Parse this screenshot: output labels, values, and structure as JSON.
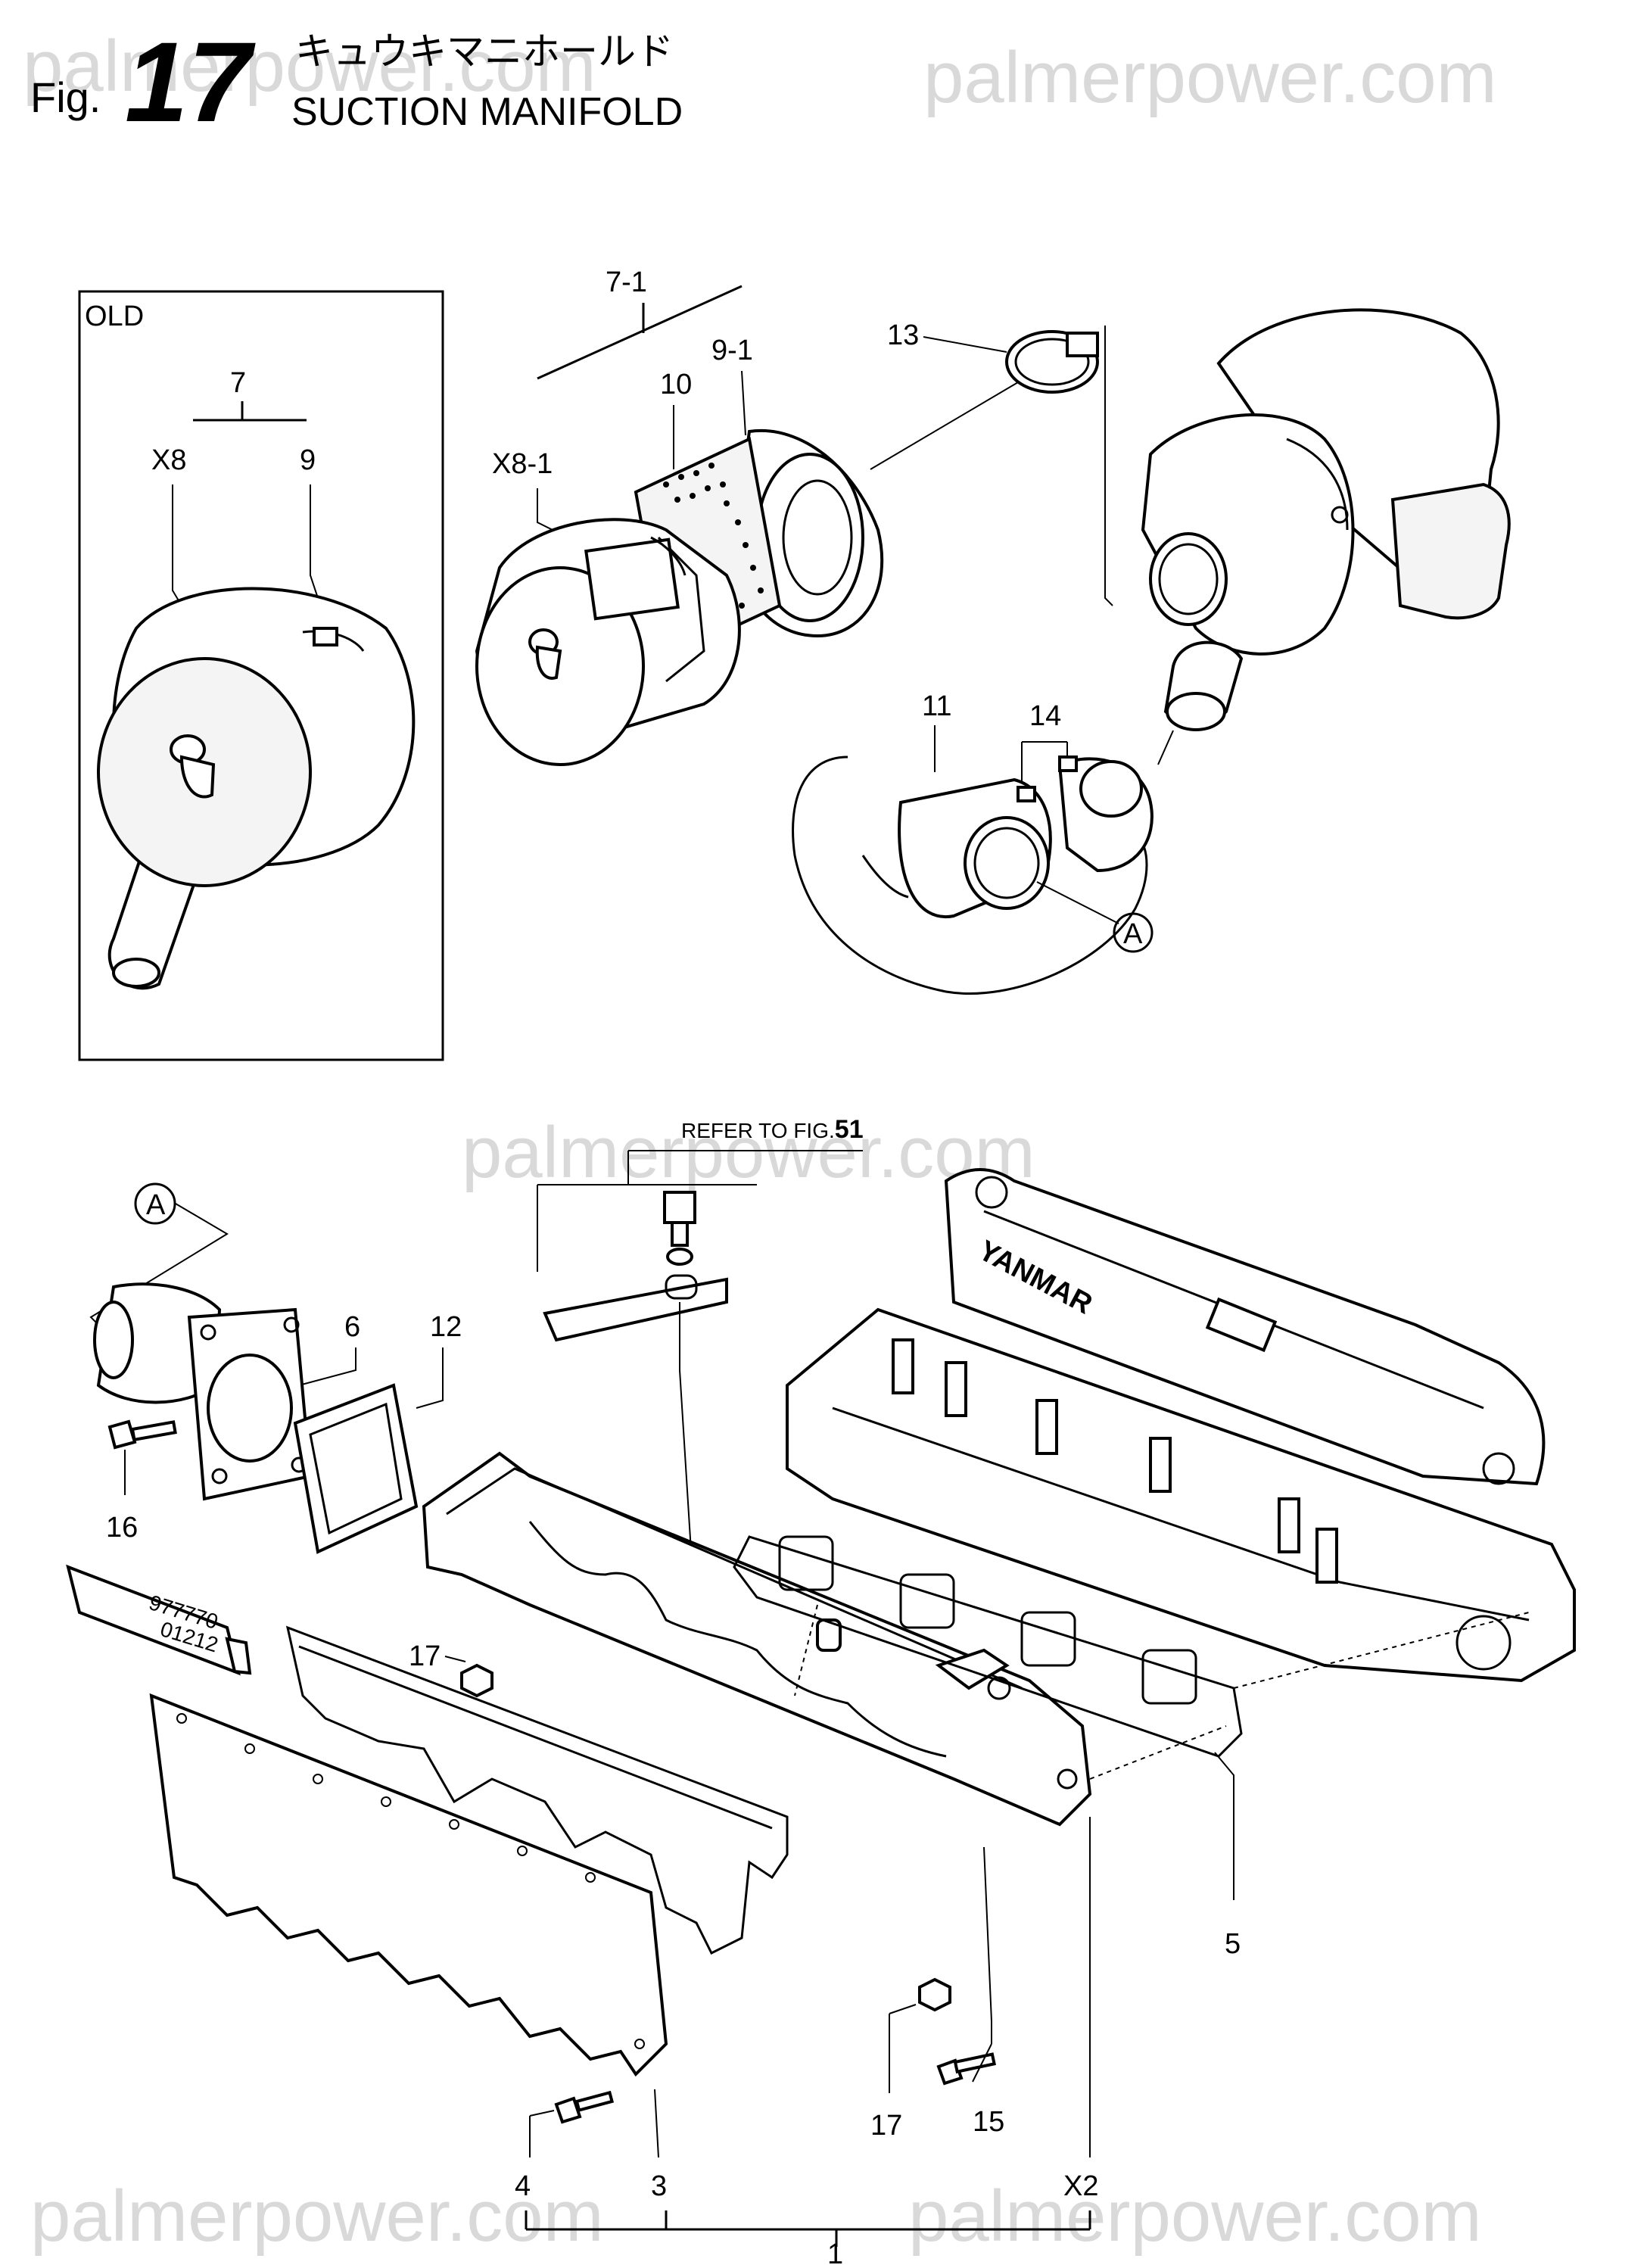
{
  "header": {
    "fig_prefix": "Fig.",
    "fig_number": "17",
    "title_jp": "キュウキマニホールド",
    "title_en": "SUCTION MANIFOLD"
  },
  "watermark": "palmerpower.com",
  "inset": {
    "label": "OLD"
  },
  "callouts": {
    "c7": "7",
    "cx8": "X8",
    "c9": "9",
    "c7_1": "7-1",
    "c9_1": "9-1",
    "c10": "10",
    "cx8_1": "X8-1",
    "c13": "13",
    "c11": "11",
    "c14": "14",
    "cA_top": "A",
    "cA_bottom": "A",
    "c6": "6",
    "c12": "12",
    "c16": "16",
    "c17a": "17",
    "c5": "5",
    "c17b": "17",
    "c15": "15",
    "c4": "4",
    "c3": "3",
    "cx2": "X2",
    "c1": "1"
  },
  "refer": {
    "text": "REFER TO FIG.",
    "fig": "51"
  },
  "tube_label": {
    "line1": "977770",
    "line2": "01212"
  },
  "brand": "YANMAR"
}
